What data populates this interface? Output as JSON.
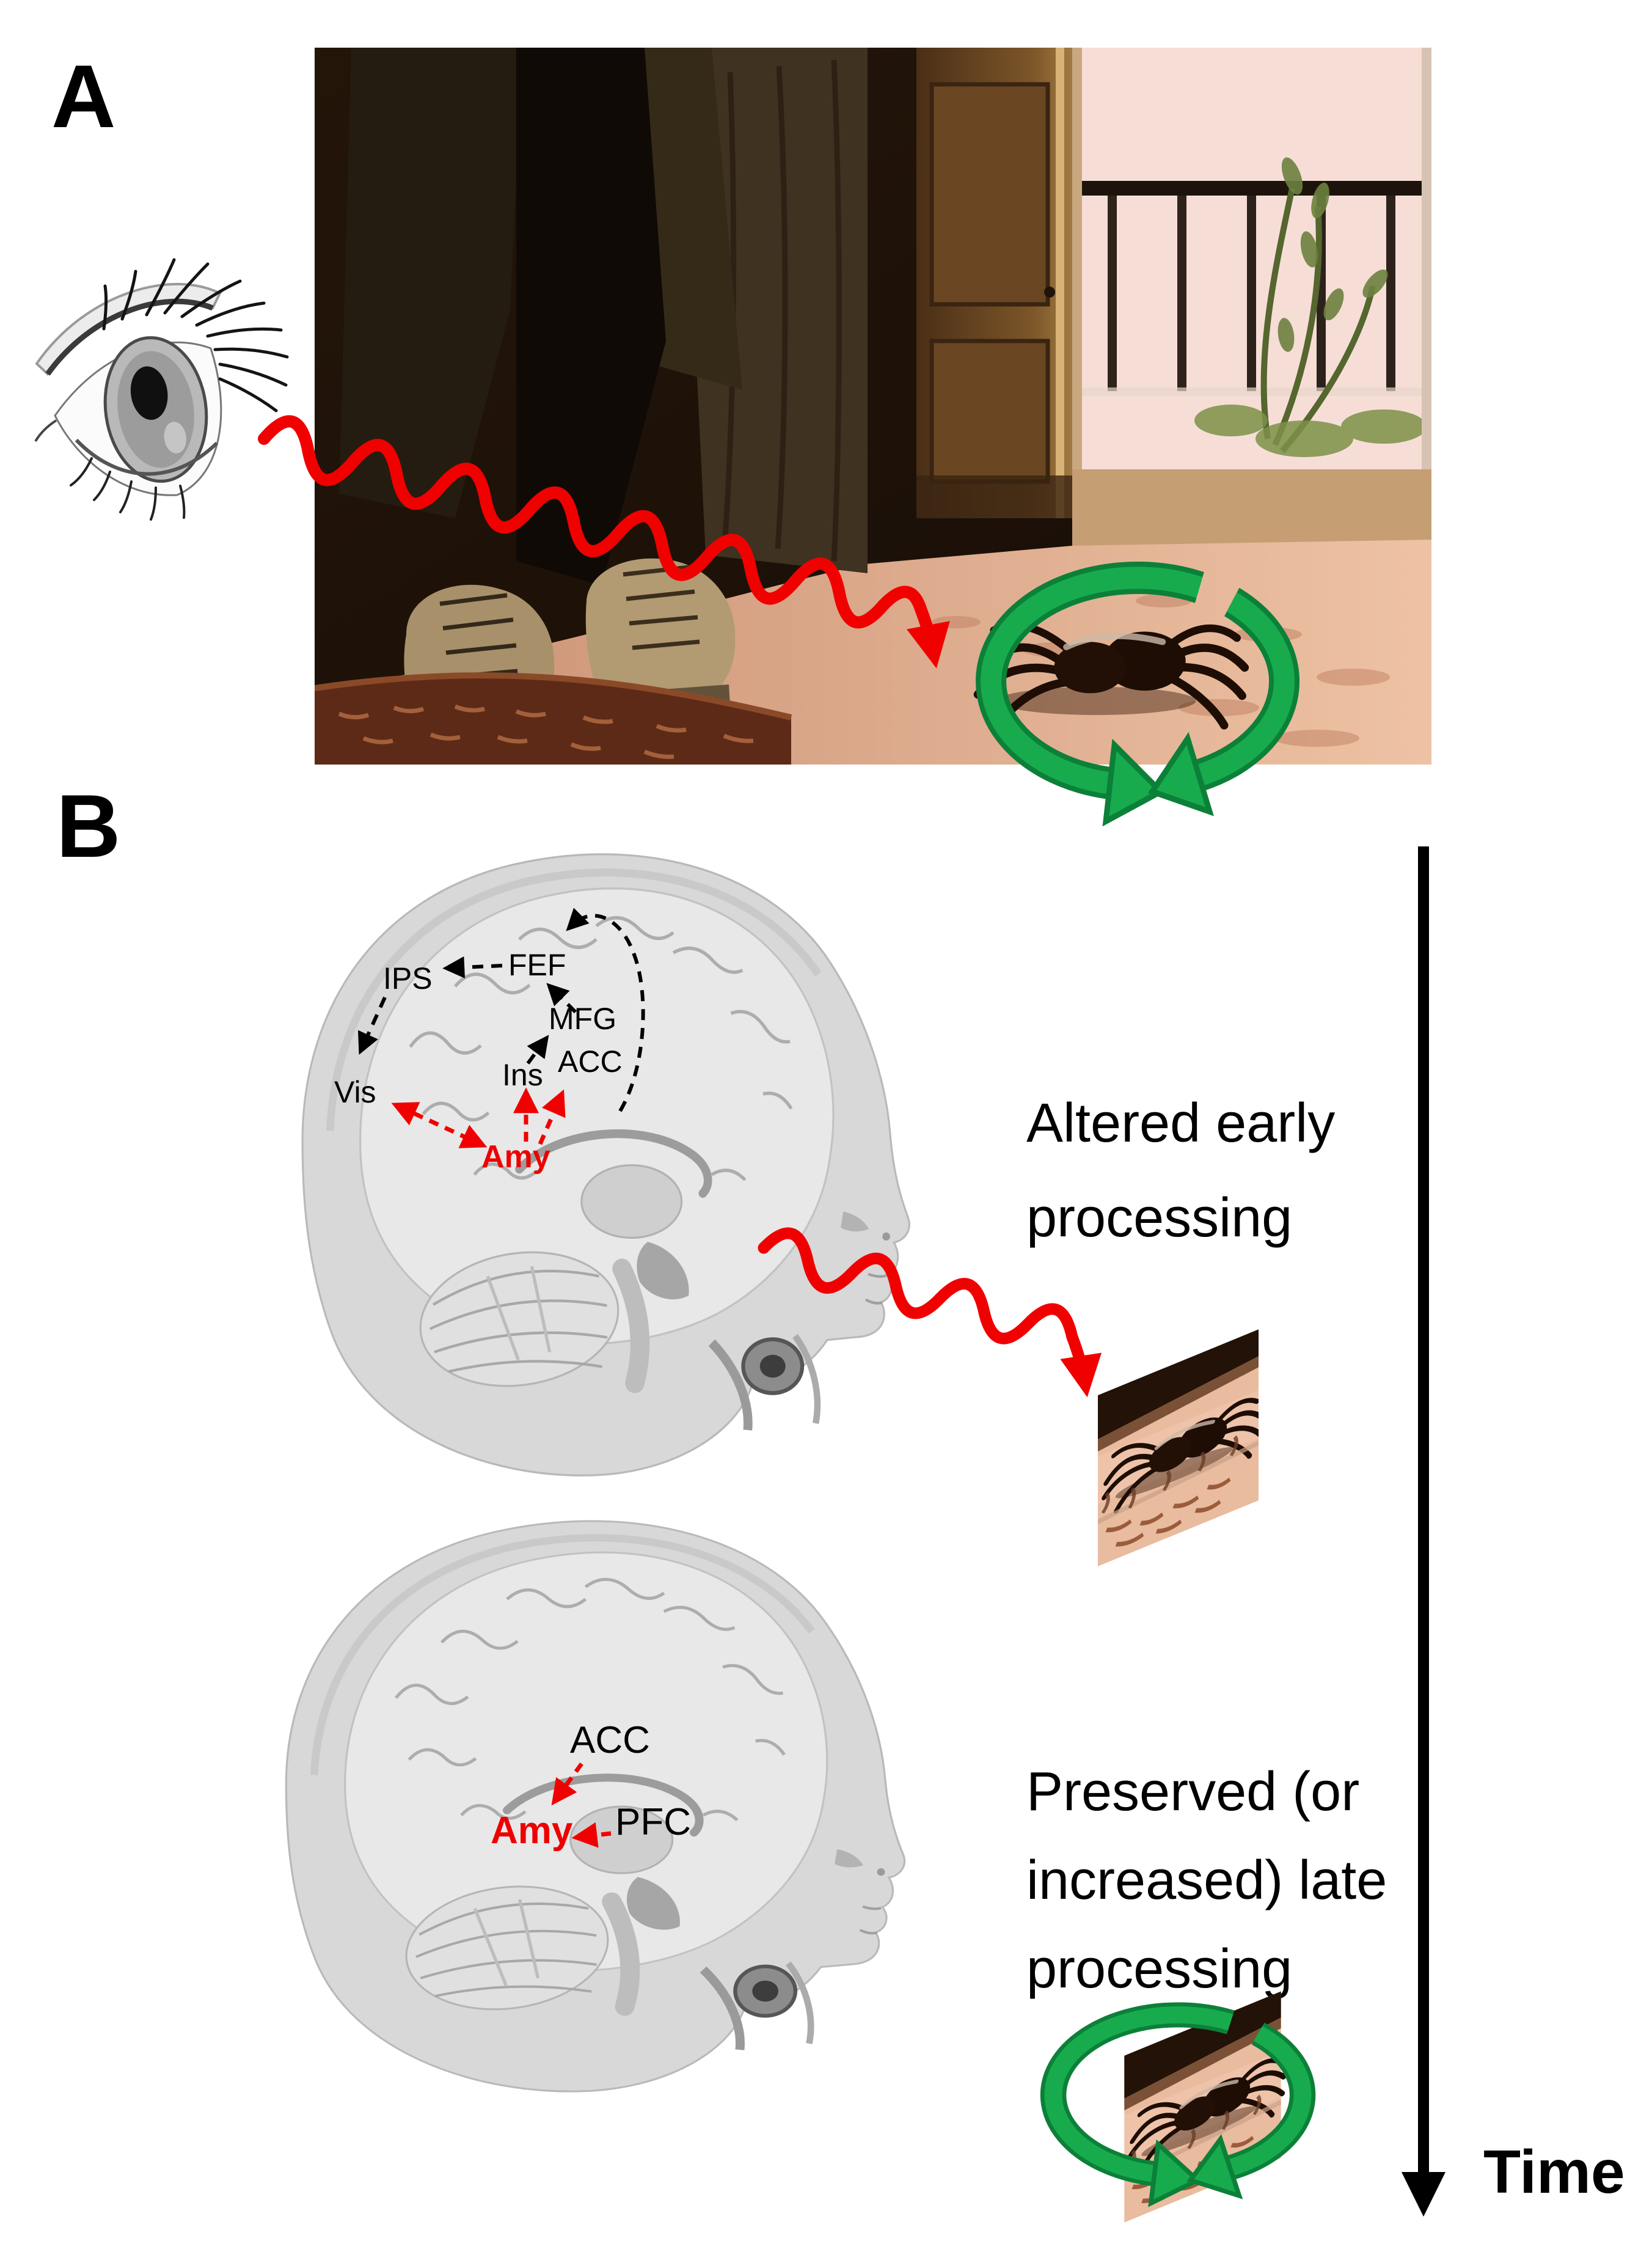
{
  "panel_a": {
    "label": "A",
    "description": "An eye (observer) viewing a movie frame: a person's boots beside a tarantula on a carpet, with circular rotation arrows around the spider",
    "icons": {
      "eye": "eye-sketch-icon",
      "gaze": "red-wavy-arrow-icon",
      "rotation": "green-rotation-arrows-icon",
      "spider": "spider-icon"
    }
  },
  "panel_b": {
    "label": "B",
    "time_label": "Time",
    "top_brain": {
      "caption_lines": [
        "Altered early",
        "processing"
      ],
      "regions": [
        {
          "name": "IPS",
          "color": "#000000"
        },
        {
          "name": "FEF",
          "color": "#000000"
        },
        {
          "name": "MFG",
          "color": "#000000"
        },
        {
          "name": "ACC",
          "color": "#000000"
        },
        {
          "name": "Ins",
          "color": "#000000"
        },
        {
          "name": "Vis",
          "color": "#000000"
        },
        {
          "name": "Amy",
          "color": "#ee0000"
        }
      ],
      "connections": [
        {
          "from": "FEF",
          "to": "IPS",
          "color": "#000000",
          "style": "dashed"
        },
        {
          "from": "IPS",
          "to": "Vis",
          "color": "#000000",
          "style": "dashed"
        },
        {
          "from": "MFG",
          "to": "FEF",
          "color": "#000000",
          "style": "dashed"
        },
        {
          "from": "Ins",
          "to": "MFG",
          "color": "#000000",
          "style": "dashed"
        },
        {
          "from": "ACC",
          "to": "FEF",
          "color": "#000000",
          "style": "dashed-curve"
        },
        {
          "from": "Amy",
          "to": "Vis",
          "color": "#ee0000",
          "style": "dashed-double"
        },
        {
          "from": "Amy",
          "to": "Ins",
          "color": "#ee0000",
          "style": "dashed"
        },
        {
          "from": "Amy",
          "to": "ACC",
          "color": "#ee0000",
          "style": "dashed"
        }
      ]
    },
    "bottom_brain": {
      "caption_lines": [
        "Preserved (or",
        "increased) late",
        "processing"
      ],
      "regions": [
        {
          "name": "ACC",
          "color": "#000000"
        },
        {
          "name": "PFC",
          "color": "#000000"
        },
        {
          "name": "Amy",
          "color": "#ee0000"
        }
      ],
      "connections": [
        {
          "from": "ACC",
          "to": "Amy",
          "color": "#ee0000",
          "style": "dashed"
        },
        {
          "from": "PFC",
          "to": "Amy",
          "color": "#ee0000",
          "style": "dashed"
        }
      ]
    }
  },
  "colors": {
    "arrow_red": "#f10000",
    "arrow_green": "#15a44b",
    "text_black": "#000000"
  }
}
